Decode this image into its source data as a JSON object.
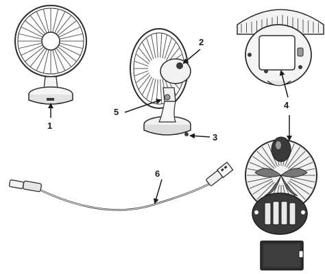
{
  "callouts": {
    "c1": "1",
    "c2": "2",
    "c3": "3",
    "c4": "4",
    "c5": "5",
    "c6": "6"
  },
  "colors": {
    "line": "#2b2b2b",
    "grille": "#555555",
    "fill_light": "#e8e8e8",
    "fill_mid": "#9a9a9a",
    "fill_dark": "#3a3a3a"
  }
}
